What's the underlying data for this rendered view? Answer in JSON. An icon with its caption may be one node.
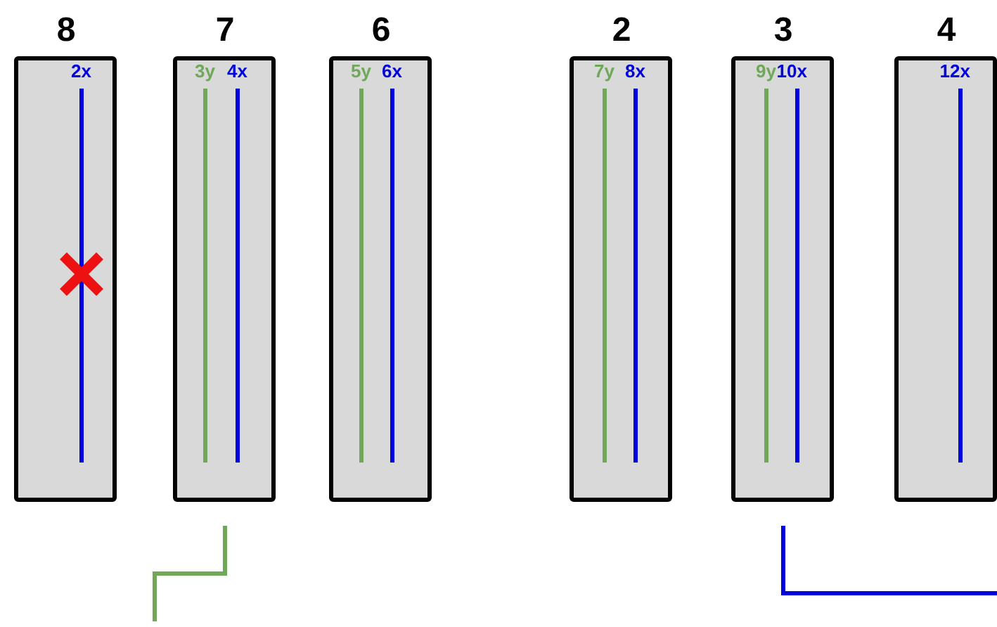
{
  "diagram": {
    "nodes": [
      {
        "text": [
          "8",
          "2x"
        ]
      },
      {
        "text": [
          "7",
          "3y",
          "4x"
        ]
      },
      {
        "text": [
          "6",
          "5y",
          "6x"
        ]
      },
      {
        "text": [
          "2",
          "7y",
          "8x"
        ]
      },
      {
        "text": [
          "3",
          "9y",
          "10x"
        ]
      },
      {
        "text": [
          "4",
          "12x"
        ]
      }
    ]
  }
}
